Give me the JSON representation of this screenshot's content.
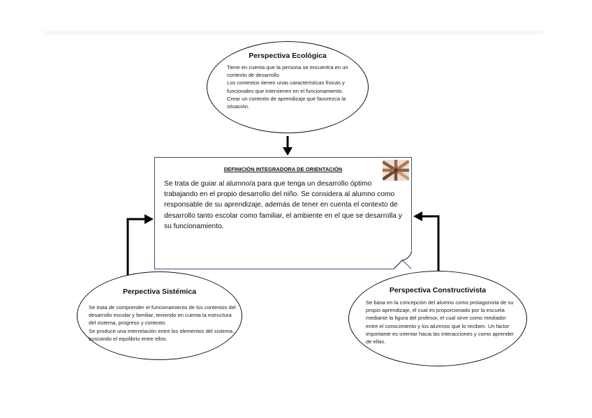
{
  "ecologica": {
    "title": "Perspectiva Ecológica",
    "lines": [
      "Tiene en cuenta que la persona se encuentra en un contexto de desarrollo.",
      "Los contextos tienen unas características físicas y funcionales que intervienen en el funcionamiento.",
      "Crear un contexto de aprendizaje que favorezca la situación."
    ]
  },
  "definicion": {
    "title": "DEFINICIÓN INTEGRADORA DE ORIENTACIÓN",
    "text": "Se trata de guiar al alumno/a para que tenga un desarrollo óptimo trabajando en el propio desarrollo del niño. Se considera al alumno como responsable de su aprendizaje, además de tener en cuenta el contexto de desarrollo tanto escolar como familiar, el ambiente en el que se desarrolla y su funcionamiento."
  },
  "sistemica": {
    "title": "Perpectiva Sistémica",
    "lines": [
      "Se trata de comprender el funcionamiento de los contextos del desarrollo escolar y familiar, teniendo en cuenta la estructura del sistema, progreso y contexto.",
      "Se produce una interrelación entre los elementos del sistema, buscando el equilibrio entre ellos."
    ]
  },
  "constructivista": {
    "title": "Perspectiva Constructivista",
    "text": "Se basa en la concepción del alumno como protagonista de su propio aprendizaje, el cual es proporcionado por la escuela mediante la figura del profesor, el cual sirve como mediador entre el conocimiento y los alumnos que lo reciben. Un factor importante es orientar hacia las interacciones y como aprender de ellas."
  },
  "colors": {
    "box_border": "#3a4f73",
    "arrow": "#000000"
  }
}
